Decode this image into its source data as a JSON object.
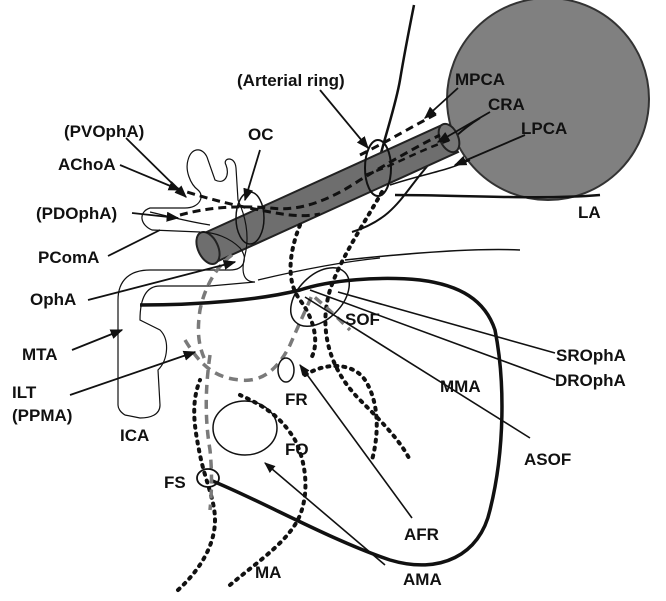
{
  "colors": {
    "ink": "#111111",
    "eyeball_fill": "#808080",
    "nerve_fill": "#6e6e6e",
    "dashed_gray": "#7a7a7a",
    "background": "#ffffff"
  },
  "labels": {
    "arterial_ring": "(Arterial ring)",
    "mpca": "MPCA",
    "cra": "CRA",
    "lpca": "LPCA",
    "pvopha": "(PVOphA)",
    "oc": "OC",
    "achoa": "AChoA",
    "pdopha": "(PDOphA)",
    "pcoma": "PComA",
    "la": "LA",
    "opha": "OphA",
    "sof": "SOF",
    "mta": "MTA",
    "sropha": "SROphA",
    "ilt": "ILT",
    "ppma": "(PPMA)",
    "fr": "FR",
    "mma": "MMA",
    "dropha": "DROphA",
    "ica": "ICA",
    "fo": "FO",
    "asof": "ASOF",
    "fs": "FS",
    "afr": "AFR",
    "ma": "MA",
    "ama": "AMA"
  }
}
